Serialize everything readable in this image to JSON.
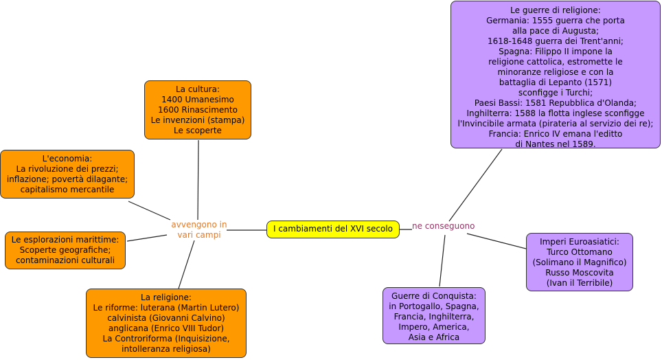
{
  "central": {
    "label": "I cambiamenti del XVI secolo",
    "color": "#ffff00"
  },
  "links": {
    "left": {
      "label": "avvengono in\nvari campi",
      "color": "#e07a2a"
    },
    "right": {
      "label": "ne conseguono",
      "color": "#993366"
    }
  },
  "left_nodes": {
    "cultura": "La cultura:\n1400 Umanesimo\n1600 Rinascimento\nLe invenzioni (stampa)\nLe scoperte",
    "economia": "L'economia:\nLa rivoluzione dei prezzi;\ninflazione; povertà dilagante;\ncapitalismo mercantile",
    "esplorazioni": "Le esplorazioni marittime:\nScoperte geografiche;\ncontaminazioni culturali",
    "religione": "La religione:\nLe riforme: luterana (Martin Lutero)\ncalvinista (Giovanni Calvino)\nanglicana (Enrico VIII Tudor)\nLa Controriforma (Inquisizione,\nintolleranza religiosa)"
  },
  "right_nodes": {
    "guerre_religione": "Le guerre di religione:\nGermania: 1555 guerra che porta\nalla pace di Augusta;\n1618-1648 guerra dei Trent'anni;\nSpagna: Filippo II impone la\nreligione cattolica, estromette le\nminoranze religiose e con la\nbattaglia di Lepanto (1571)\nsconfigge i Turchi;\nPaesi Bassi: 1581 Repubblica d'Olanda;\nInghilterra: 1588 la flotta inglese sconfigge\nl'Invincibile armata (pirateria al servizio dei re);\nFrancia: Enrico IV emana l'editto\ndi Nantes nel 1589.",
    "imperi": "Imperi Euroasiatici:\nTurco Ottomano\n(Solimano il Magnifico)\nRusso Moscovita\n(Ivan il Terribile)",
    "conquista": "Guerre di Conquista:\nin Portogallo, Spagna,\nFrancia, Inghilterra,\nImpero, America,\nAsia e Africa"
  },
  "colors": {
    "orange": "#ff9900",
    "purple": "#c599ff",
    "line": "#222222"
  }
}
